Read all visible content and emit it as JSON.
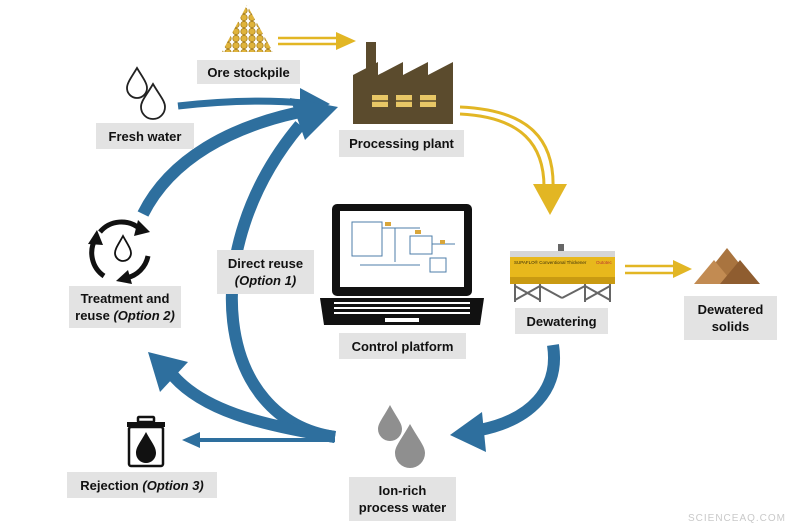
{
  "labels": {
    "ore_stockpile": "Ore stockpile",
    "fresh_water": "Fresh water",
    "processing_plant": "Processing plant",
    "direct_reuse": "Direct reuse",
    "direct_reuse_option": "(Option 1)",
    "treatment_reuse_line1": "Treatment and",
    "treatment_reuse_line2": "reuse",
    "treatment_reuse_option": "(Option 2)",
    "control_platform": "Control platform",
    "dewatering": "Dewatering",
    "dewatered_line1": "Dewatered",
    "dewatered_line2": "solids",
    "rejection": "Rejection",
    "rejection_option": "(Option 3)",
    "ion_rich_line1": "Ion-rich",
    "ion_rich_line2": "process water",
    "thickener_brand": "SUPAFLO® Conventional Thickener",
    "thickener_logo": "Outotec"
  },
  "watermark": "SCIENCEAQ.COM",
  "colors": {
    "water_flow": "#2e6f9e",
    "solids_flow": "#e2b624",
    "factory": "#5b4b2d",
    "factory_window": "#e8c766",
    "label_bg": "#e3e3e3",
    "drop_gray": "#8f8f8f",
    "dewatered_solids": "#a9743f"
  },
  "icons": [
    "ore-pile-icon",
    "factory-icon",
    "water-drops-icon",
    "recycle-icon",
    "laptop-icon",
    "thickener-icon",
    "sediment-pile-icon",
    "waste-bin-icon",
    "gray-drops-icon"
  ]
}
